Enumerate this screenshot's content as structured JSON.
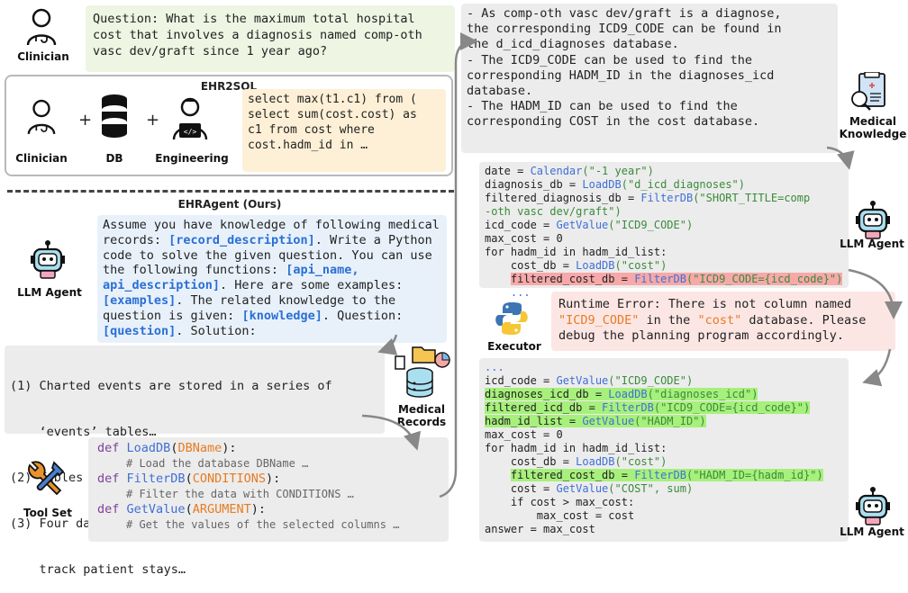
{
  "question": {
    "label": "Question:",
    "text": "What is the maximum total hospital cost that involves a diagnosis named comp-oth vasc dev/graft since 1 year ago?"
  },
  "actors": {
    "clinician": "Clinician",
    "db": "DB",
    "engineering": "Engineering",
    "llm_agent": "LLM Agent",
    "medical_records": "Medical Records",
    "tool_set": "Tool Set",
    "executor": "Executor",
    "medical_knowledge": "Medical Knowledge"
  },
  "ehrsql": {
    "title": "EHR2SQL",
    "plus": "+",
    "sql": [
      "select max(t1.c1) from (",
      "select sum(cost.cost) as",
      "c1 from cost where",
      "cost.hadm_id in …"
    ]
  },
  "ours_title": "EHRAgent (Ours)",
  "prompt": {
    "p1": "Assume you have knowledge of following medical records: ",
    "h1": "[record_description]",
    "p2": ". Write a Python code to solve the given question. You can use the following functions: ",
    "h2": "[api_name, api_description]",
    "p3": ". Here are some examples: ",
    "h3": "[examples]",
    "p4": ". The related knowledge to the question is given: ",
    "h4": "[knowledge]",
    "p5": ". Question: ",
    "h5": "[question]",
    "p6": ". Solution:"
  },
  "records": [
    "(1) Charted events are stored in a series of",
    "    ‘events’ tables…",
    "(2) Tables prefixed with ‘d_’ are dictionary…",
    "(3) Four databases are used to define and",
    "    track patient stays…"
  ],
  "tools": [
    {
      "kw": "def",
      "fn": "LoadDB",
      "arg": "DBName",
      "comment": "# Load the database DBName …"
    },
    {
      "kw": "def",
      "fn": "FilterDB",
      "arg": "CONDITIONS",
      "comment": "# Filter the data with CONDITIONS …"
    },
    {
      "kw": "def",
      "fn": "GetValue",
      "arg": "ARGUMENT",
      "comment": "# Get the values of the selected columns …"
    }
  ],
  "knowledge": [
    "- As comp-oth vasc dev/graft is a diagnose,",
    "the corresponding ICD9_CODE can be found in",
    "the d_icd_diagnoses database.",
    "- The ICD9_CODE can be used to find the",
    "corresponding HADM_ID in the diagnoses_icd",
    "database.",
    "- The HADM_ID can be used to find the",
    "corresponding COST in the cost database."
  ],
  "code1": {
    "l1a": "date = ",
    "l1f": "Calendar",
    "l1s": "(\"-1 year\")",
    "l2a": "diagnosis_db = ",
    "l2f": "LoadDB",
    "l2s": "(\"d_icd_diagnoses\")",
    "l3a": "filtered_diagnosis_db = ",
    "l3f": "FilterDB",
    "l3s": "(\"SHORT_TITLE=comp",
    "l4s": "-oth vasc dev/graft\")",
    "l5a": "icd_code = ",
    "l5f": "GetValue",
    "l5s": "(\"ICD9_CODE\")",
    "l6": "max_cost = 0",
    "l7": "for hadm_id in hadm_id_list:",
    "l8a": "    cost_db = ",
    "l8f": "LoadDB",
    "l8s": "(\"cost\")",
    "l9a": "filtered_cost_db = ",
    "l9f": "FilterDB",
    "l9s": "(\"ICD9_CODE={icd_code}\")",
    "l10": "    ..."
  },
  "error": {
    "p1": "Runtime Error: There is not column named ",
    "h1": "\"ICD9_CODE\"",
    "p2": " in the ",
    "h2": "\"cost\"",
    "p3": " database. Please debug the planning program accordingly."
  },
  "code2": {
    "l0": "...",
    "l1a": "icd_code = ",
    "l1f": "GetValue",
    "l1s": "(\"ICD9_CODE\")",
    "l2a": "diagnoses_icd_db = ",
    "l2f": "LoadDB",
    "l2s": "(\"diagnoses_icd\")",
    "l3a": "filtered_icd_db = ",
    "l3f": "FilterDB",
    "l3s": "(\"ICD9_CODE={icd_code}\")",
    "l4a": "hadm_id_list = ",
    "l4f": "GetValue",
    "l4s": "(\"HADM_ID\")",
    "l5": "max_cost = 0",
    "l6": "for hadm_id in hadm_id_list:",
    "l7a": "    cost_db = ",
    "l7f": "LoadDB",
    "l7s": "(\"cost\")",
    "l8a": "filtered_cost_db = ",
    "l8f": "FilterDB",
    "l8s": "(\"HADM_ID={hadm_id}\")",
    "l9a": "    cost = ",
    "l9f": "GetValue",
    "l9s": "(\"COST\", sum)",
    "l10": "    if cost > max_cost:",
    "l11": "        max_cost = cost",
    "l12": "answer = max_cost"
  },
  "colors": {
    "question_bg": "#eef5e3",
    "sql_bg": "#fdf0d6",
    "prompt_bg": "#e8f1fa",
    "error_bg": "#fce6e4",
    "error_highlight": "#f7a8a8",
    "fix_highlight": "#a7f07c",
    "keyword_blue": "#2a6fd6"
  },
  "icons": [
    "clinician-icon",
    "db-icon",
    "engineer-icon",
    "robot-icon",
    "records-icon",
    "tools-icon",
    "python-icon",
    "document-icon"
  ]
}
